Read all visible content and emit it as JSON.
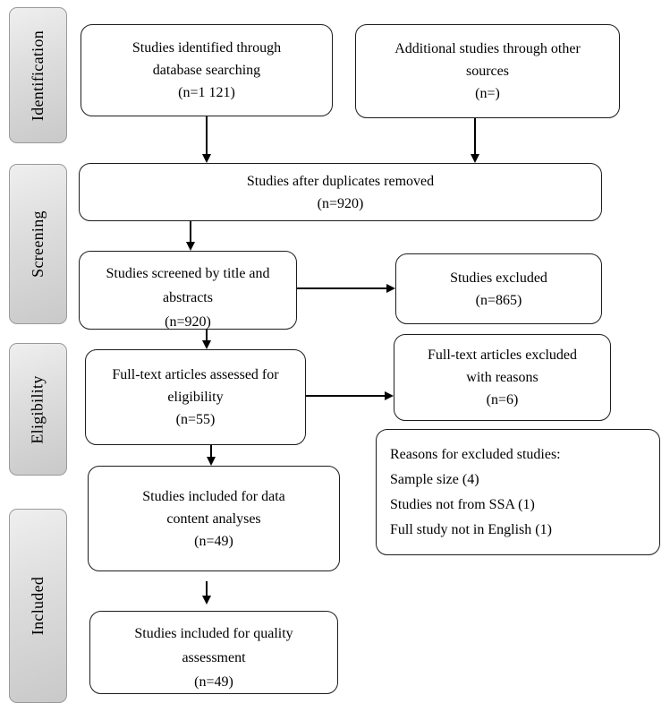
{
  "colors": {
    "background": "#ffffff",
    "box_border": "#1c1c1c",
    "arrow": "#000000",
    "stage_fill_light": "#efefef",
    "stage_fill_dark": "#c9c9c9",
    "stage_border": "#9a9a9a"
  },
  "sidebar": {
    "stages": [
      {
        "label": "Identification"
      },
      {
        "label": "Screening"
      },
      {
        "label": "Eligibility"
      },
      {
        "label": "Included"
      }
    ]
  },
  "flow": {
    "boxes": {
      "identified": {
        "lines": [
          "Studies identified through",
          "database searching",
          "(n=1 121)"
        ]
      },
      "additional": {
        "lines": [
          "Additional studies through other",
          "sources",
          "(n=)"
        ]
      },
      "duplicates": {
        "lines": [
          "Studies after duplicates removed",
          "(n=920)"
        ]
      },
      "screened": {
        "lines": [
          "Studies screened by title and",
          "abstracts",
          "(n=920)"
        ]
      },
      "excluded": {
        "lines": [
          "Studies excluded",
          "(n=865)"
        ]
      },
      "fulltext": {
        "lines": [
          "Full-text articles assessed for",
          "eligibility",
          "(n=55)"
        ]
      },
      "fulltext_excluded": {
        "lines": [
          "Full-text articles excluded",
          "with reasons",
          "(n=6)"
        ]
      },
      "reasons": {
        "lines": [
          "Reasons for excluded studies:",
          "Sample size (4)",
          "Studies not from SSA (1)",
          "Full study not in English (1)"
        ]
      },
      "data_analyses": {
        "lines": [
          "Studies included for data",
          "content analyses",
          "(n=49)"
        ]
      },
      "quality": {
        "lines": [
          "Studies included for quality",
          "assessment",
          "(n=49)"
        ]
      }
    }
  }
}
